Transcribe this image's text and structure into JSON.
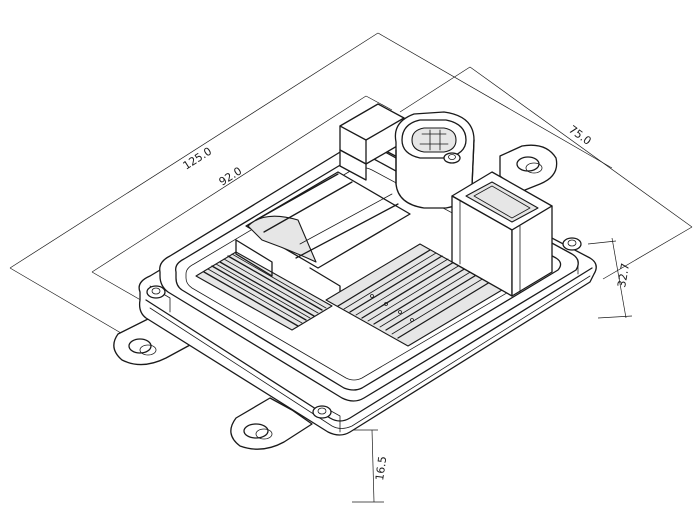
{
  "dimensions": {
    "overall_length": "125.0",
    "inner_length": "92.0",
    "width": "75.0",
    "height": "32.7",
    "flange_height": "16.5"
  }
}
